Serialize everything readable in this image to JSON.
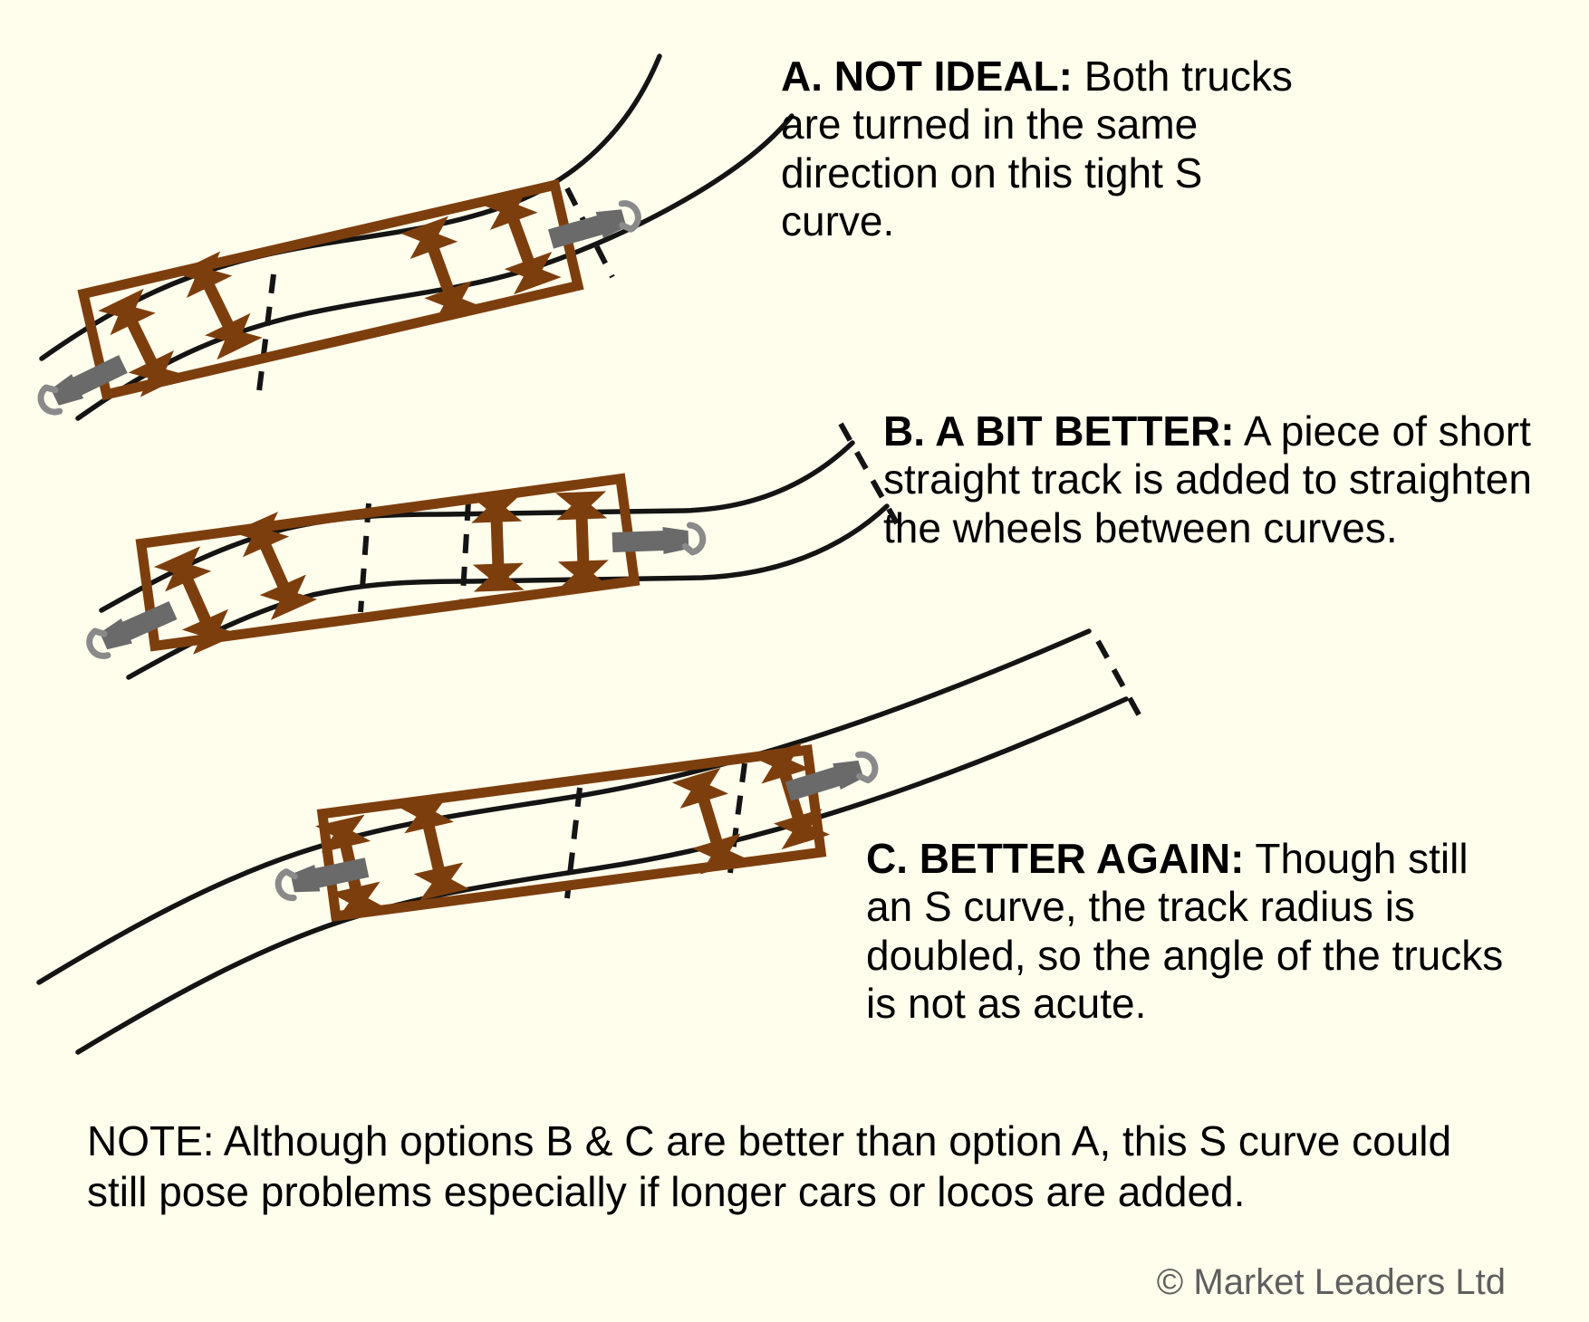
{
  "colors": {
    "background": "#FFFEEC",
    "car_brown": "#7D3E0E",
    "coupler_gray": "#6A6A6A",
    "coupler_claw_gray": "#8A8A8A",
    "rail_black": "#141414",
    "text_black": "#000000",
    "copyright_gray": "#5F5F5F"
  },
  "captions": {
    "a": {
      "label": "A. NOT IDEAL:",
      "body": " Both trucks are turned in the same direction on this tight S curve."
    },
    "b": {
      "label": "B. A BIT BETTER:",
      "body": " A piece of short straight track is added to straighten the wheels between curves."
    },
    "c": {
      "label": "C. BETTER AGAIN:",
      "body": " Though still an S curve, the track radius is doubled, so the angle of the trucks is not as acute."
    }
  },
  "note": "NOTE: Although options B & C are better than option A, this S curve could still pose problems especially if longer cars or locos are added.",
  "copyright": "© Market Leaders Ltd"
}
